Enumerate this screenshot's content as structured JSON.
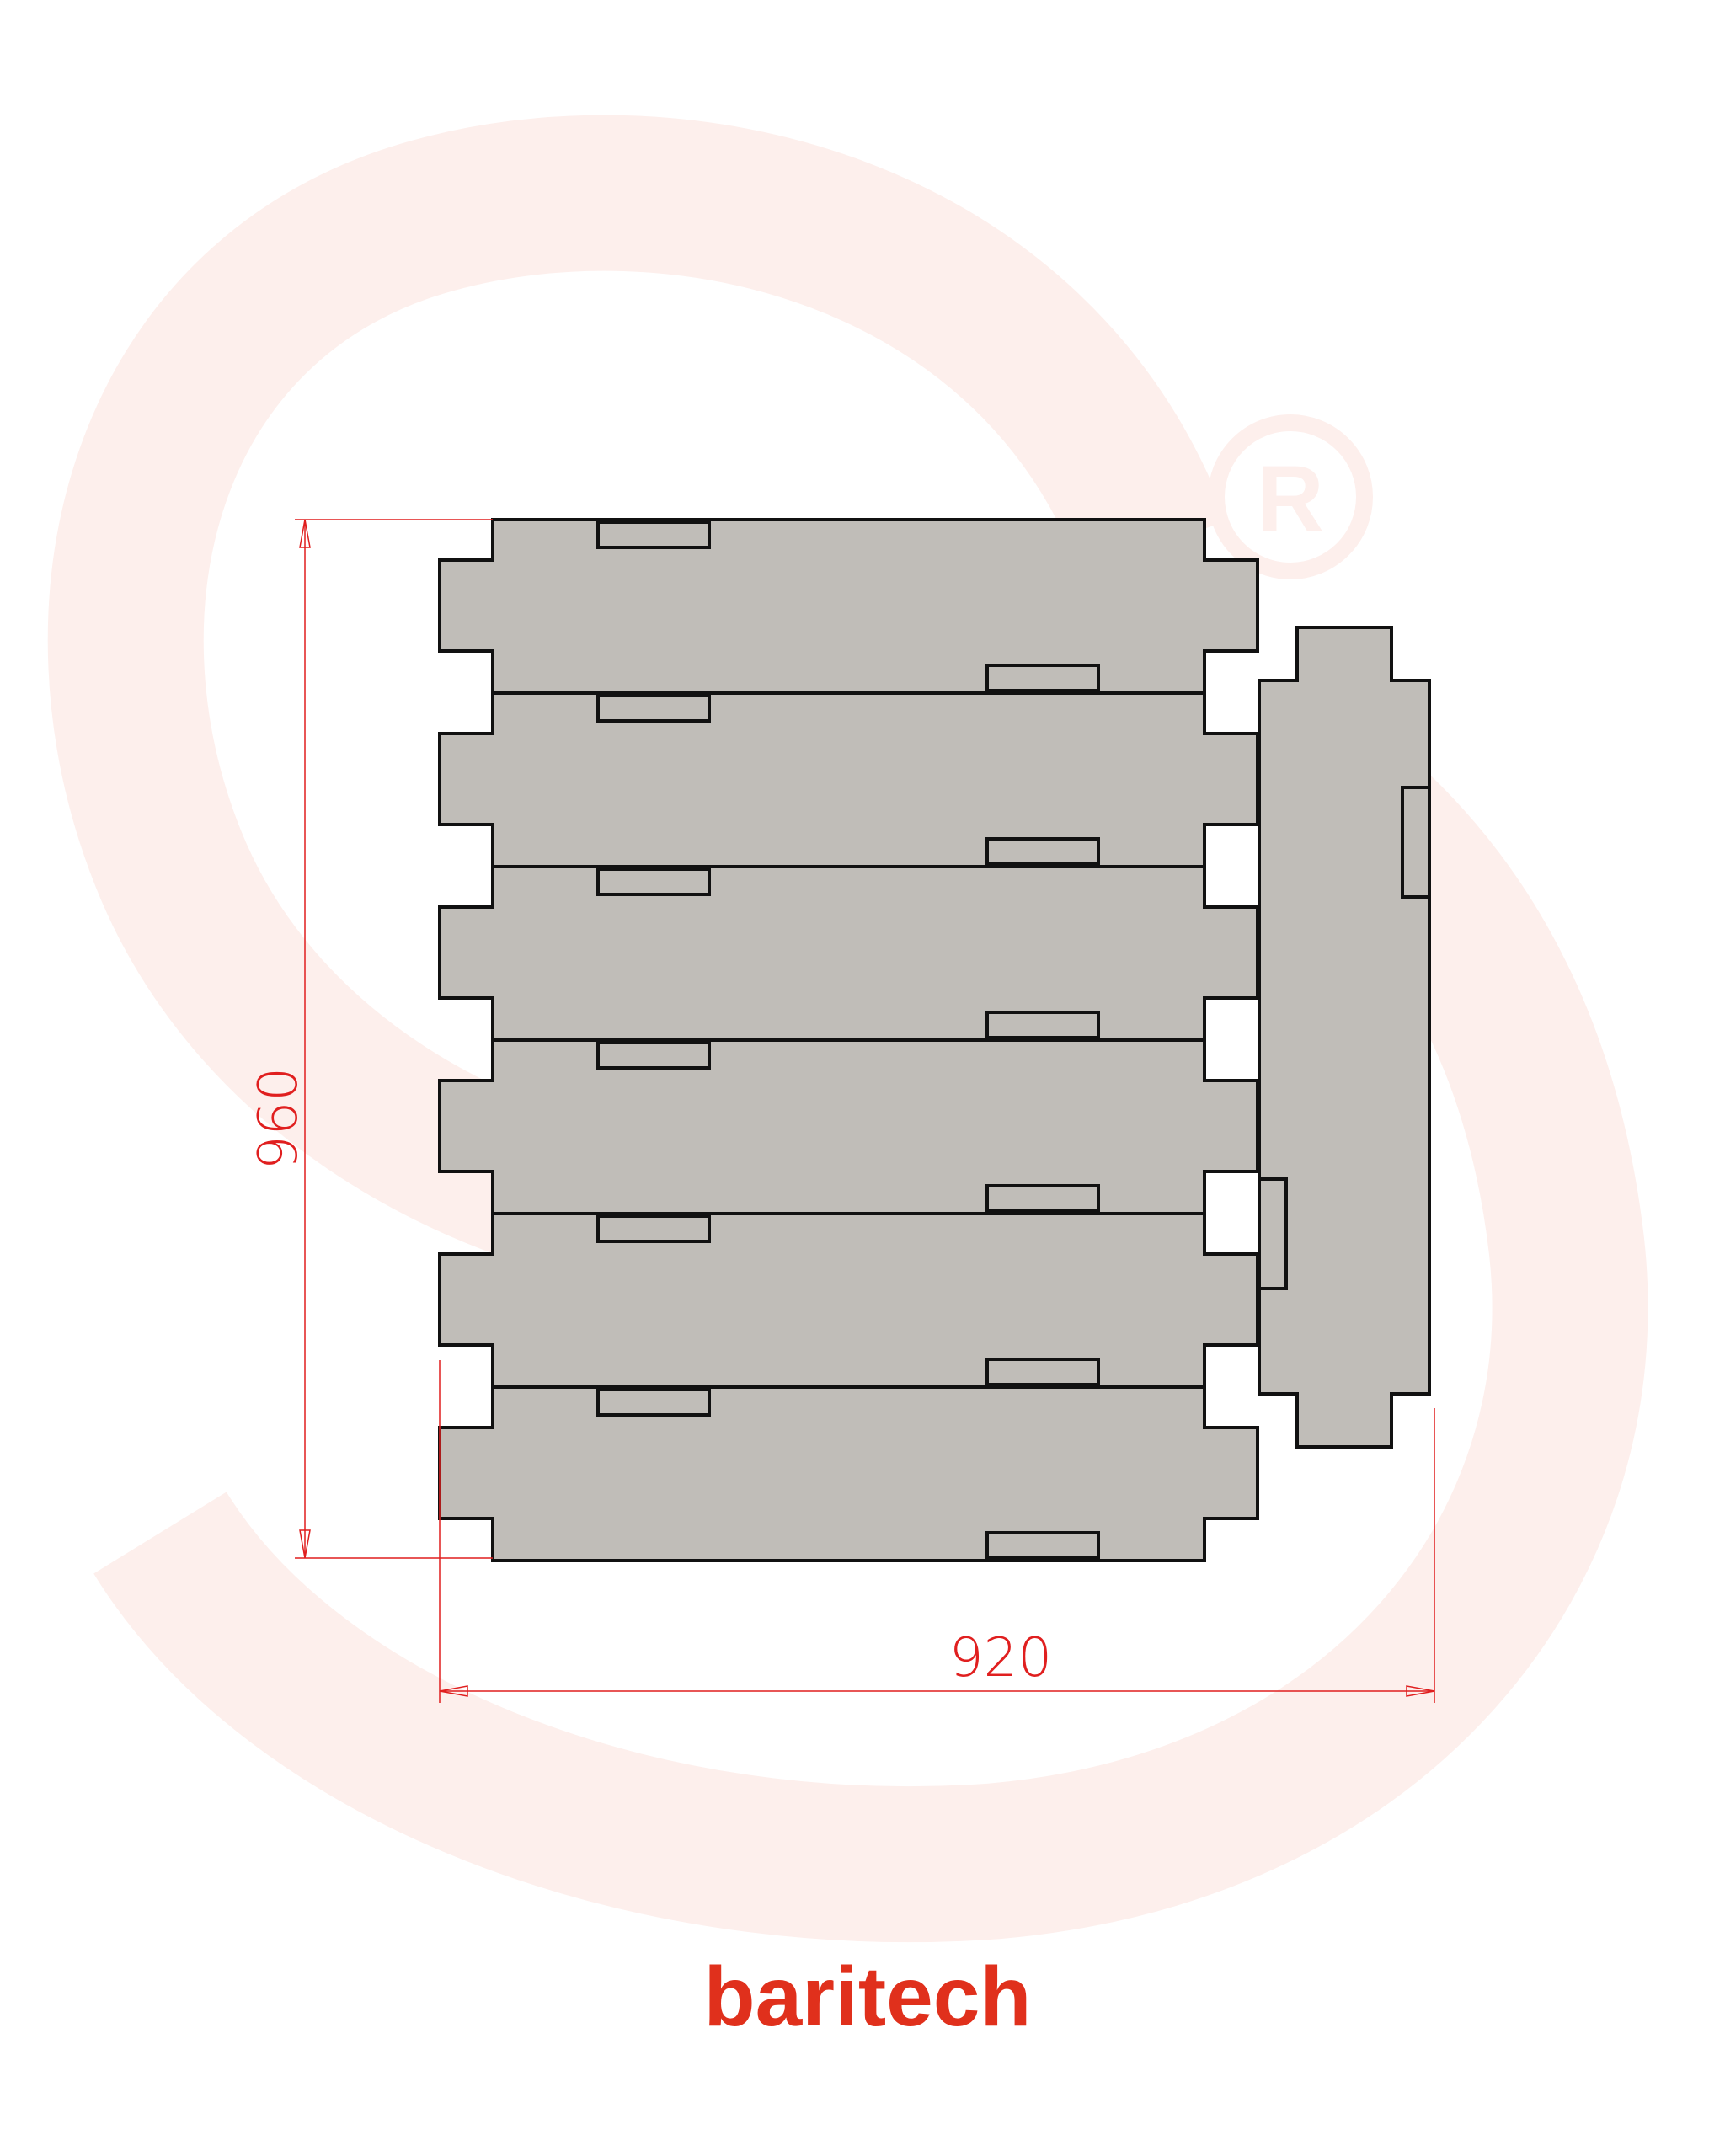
{
  "drawing": {
    "height_dimension": "960",
    "width_dimension": "920",
    "panel_count": 6
  },
  "brand": {
    "name": "baritech",
    "registered_mark": "R"
  },
  "colors": {
    "panel_fill": "#c0bdb8",
    "outline": "#111111",
    "dimension": "#e01f1f",
    "brand": "#e0301c",
    "watermark": "#fdefec"
  }
}
